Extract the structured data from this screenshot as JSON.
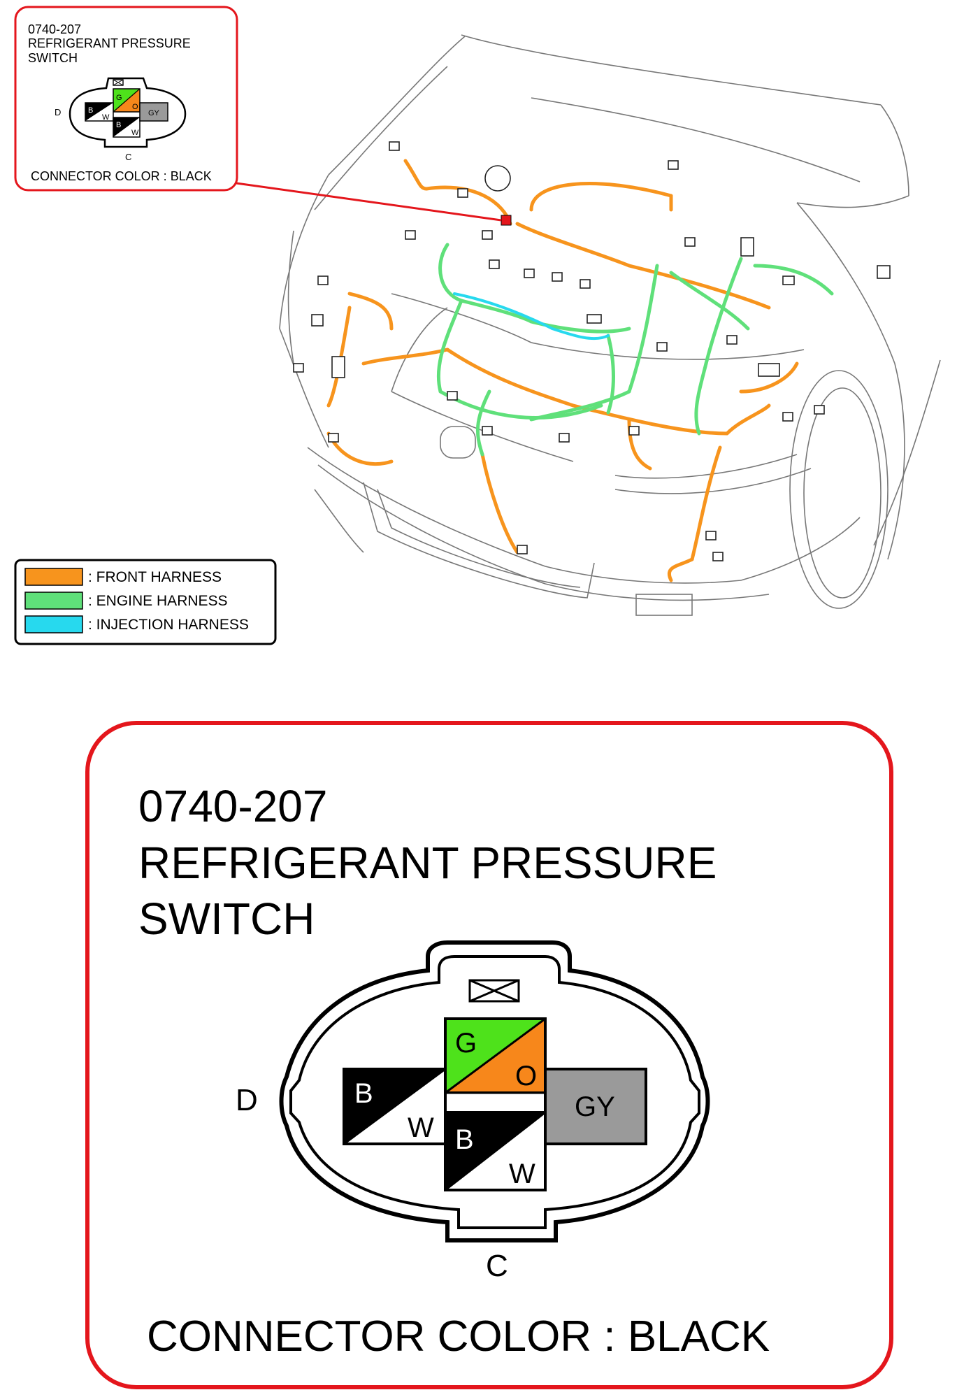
{
  "small_callout": {
    "code": "0740-207",
    "name_line1": "REFRIGERANT PRESSURE",
    "name_line2": "SWITCH",
    "connector_color": "CONNECTOR COLOR : BLACK",
    "side_labels": {
      "left": "D",
      "bottom": "C"
    },
    "terminals": {
      "top_left": "G",
      "top_right": "O",
      "left_top": "B",
      "left_bottom": "W",
      "center_top": "B",
      "center_bottom": "W",
      "right": "GY"
    }
  },
  "legend": {
    "items": [
      {
        "label": ": FRONT HARNESS",
        "color": "#f7941d"
      },
      {
        "label": ": ENGINE HARNESS",
        "color": "#5fe07a"
      },
      {
        "label": ": INJECTION HARNESS",
        "color": "#27d9ee"
      }
    ]
  },
  "large_callout": {
    "code": "0740-207",
    "name_line1": "REFRIGERANT PRESSURE",
    "name_line2": "SWITCH",
    "connector_color": "CONNECTOR COLOR : BLACK",
    "side_labels": {
      "left": "D",
      "bottom": "C"
    },
    "terminals": {
      "top_left": "G",
      "top_right": "O",
      "left_top": "B",
      "left_bottom": "W",
      "center_top": "B",
      "center_bottom": "W",
      "right": "GY"
    }
  },
  "colors": {
    "callout_border": "#e4161c",
    "front_harness": "#f7941d",
    "engine_harness": "#5fe07a",
    "injection_harness": "#27d9ee",
    "gray_terminal": "#9a9a9a",
    "highlight_connector": "#e4161c"
  }
}
